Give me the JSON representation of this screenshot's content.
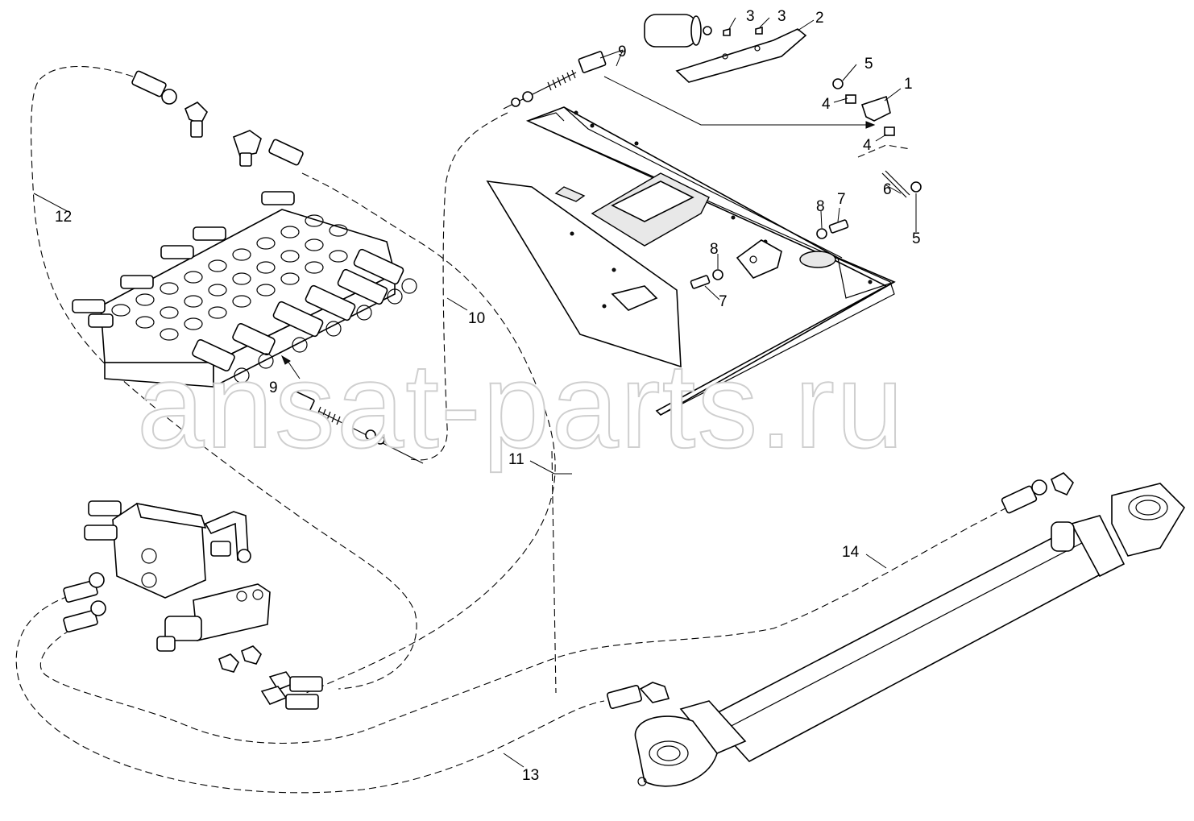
{
  "watermark": "ansat-parts.ru",
  "callouts": [
    "1",
    "2",
    "3",
    "3",
    "4",
    "4",
    "5",
    "5",
    "6",
    "7",
    "7",
    "8",
    "8",
    "9",
    "9",
    "10",
    "11",
    "12",
    "13",
    "14"
  ]
}
